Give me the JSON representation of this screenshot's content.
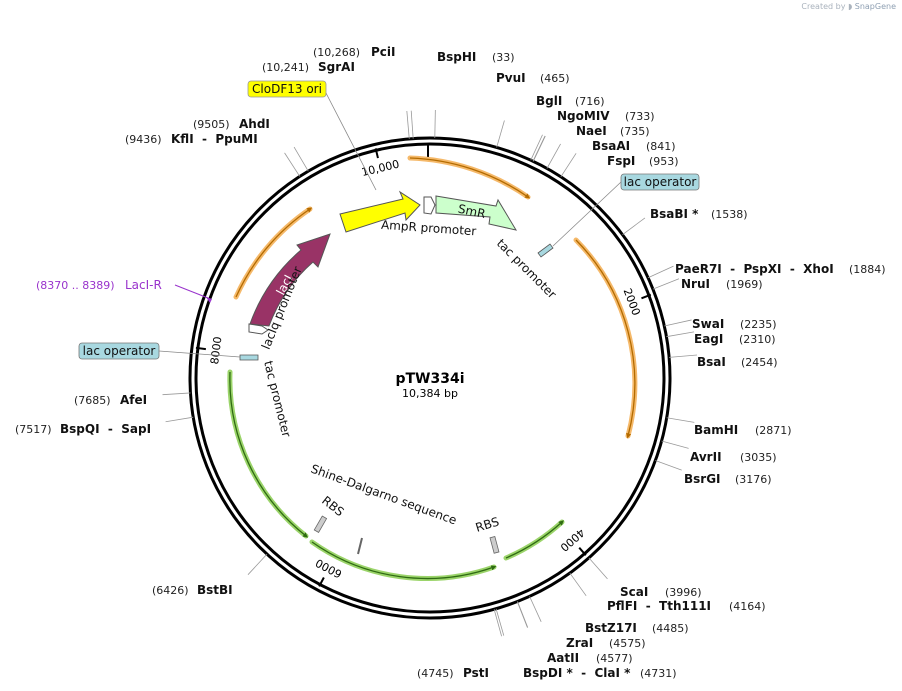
{
  "watermark": {
    "prefix": "Created by",
    "brand": "SnapGene"
  },
  "plasmid": {
    "name": "pTW334i",
    "length_label": "10,384 bp",
    "length": 10384
  },
  "colors": {
    "ori": "#ffff00",
    "lacI": "#993366",
    "smr": "#ccffcc",
    "ampr_promoter": "#ffffff",
    "operator_box": "#a8d8e0",
    "orf_orange": "#f5b96a",
    "orf_green": "#9bd46a",
    "primer": "#9933cc",
    "backbone": "#000000"
  },
  "ticks": [
    {
      "pos": 2000,
      "label": "2000"
    },
    {
      "pos": 4000,
      "label": "4000"
    },
    {
      "pos": 6000,
      "label": "6000"
    },
    {
      "pos": 8000,
      "label": "8000"
    },
    {
      "pos": 10000,
      "label": "10,000"
    }
  ],
  "sites": [
    {
      "id": "pcii",
      "name": "PciI",
      "pos": 10268,
      "posText": "(10,268)",
      "side": "L"
    },
    {
      "id": "sgrai",
      "name": "SgrAI",
      "pos": 10241,
      "posText": "(10,241)",
      "side": "L"
    },
    {
      "id": "bsphi",
      "name": "BspHI",
      "pos": 33,
      "posText": "(33)",
      "side": "R"
    },
    {
      "id": "pvui",
      "name": "PvuI",
      "pos": 465,
      "posText": "(465)",
      "side": "R"
    },
    {
      "id": "bgli",
      "name": "BglI",
      "pos": 716,
      "posText": "(716)",
      "side": "R"
    },
    {
      "id": "ngomiv",
      "name": "NgoMIV",
      "pos": 733,
      "posText": "(733)",
      "side": "R"
    },
    {
      "id": "naei",
      "name": "NaeI",
      "pos": 735,
      "posText": "(735)",
      "side": "R"
    },
    {
      "id": "bsaai",
      "name": "BsaAI",
      "pos": 841,
      "posText": "(841)",
      "side": "R"
    },
    {
      "id": "fspi",
      "name": "FspI",
      "pos": 953,
      "posText": "(953)",
      "side": "R"
    },
    {
      "id": "bsabi",
      "name": "BsaBI *",
      "pos": 1538,
      "posText": "(1538)",
      "side": "R"
    },
    {
      "id": "paer7i",
      "name": "PaeR7I  -  PspXI  -  XhoI",
      "pos": 1884,
      "posText": "(1884)",
      "side": "R"
    },
    {
      "id": "nrui",
      "name": "NruI",
      "pos": 1969,
      "posText": "(1969)",
      "side": "R"
    },
    {
      "id": "swai",
      "name": "SwaI",
      "pos": 2235,
      "posText": "(2235)",
      "side": "R"
    },
    {
      "id": "eagi",
      "name": "EagI",
      "pos": 2310,
      "posText": "(2310)",
      "side": "R"
    },
    {
      "id": "bsai",
      "name": "BsaI",
      "pos": 2454,
      "posText": "(2454)",
      "side": "R"
    },
    {
      "id": "bamhi",
      "name": "BamHI",
      "pos": 2871,
      "posText": "(2871)",
      "side": "R"
    },
    {
      "id": "avrii",
      "name": "AvrII",
      "pos": 3035,
      "posText": "(3035)",
      "side": "R"
    },
    {
      "id": "bsrgi",
      "name": "BsrGI",
      "pos": 3176,
      "posText": "(3176)",
      "side": "R"
    },
    {
      "id": "scai",
      "name": "ScaI",
      "pos": 3996,
      "posText": "(3996)",
      "side": "R"
    },
    {
      "id": "pflfi",
      "name": "PflFI  -  Tth111I",
      "pos": 4164,
      "posText": "(4164)",
      "side": "R"
    },
    {
      "id": "bstz17i",
      "name": "BstZ17I",
      "pos": 4485,
      "posText": "(4485)",
      "side": "R"
    },
    {
      "id": "zrai",
      "name": "ZraI",
      "pos": 4575,
      "posText": "(4575)",
      "side": "R"
    },
    {
      "id": "aatii",
      "name": "AatII",
      "pos": 4577,
      "posText": "(4577)",
      "side": "R"
    },
    {
      "id": "bspdi",
      "name": "BspDI *  -  ClaI *",
      "pos": 4731,
      "posText": "(4731)",
      "side": "R"
    },
    {
      "id": "psti",
      "name": "PstI",
      "pos": 4745,
      "posText": "(4745)",
      "side": "L"
    },
    {
      "id": "bstbi",
      "name": "BstBI",
      "pos": 6426,
      "posText": "(6426)",
      "side": "L"
    },
    {
      "id": "bspqi",
      "name": "BspQI  -  SapI",
      "pos": 7517,
      "posText": "(7517)",
      "side": "L"
    },
    {
      "id": "afei",
      "name": "AfeI",
      "pos": 7685,
      "posText": "(7685)",
      "side": "L"
    },
    {
      "id": "kfli",
      "name": "KflI  -  PpuMI",
      "pos": 9436,
      "posText": "(9436)",
      "side": "L"
    },
    {
      "id": "ahdi",
      "name": "AhdI",
      "pos": 9505,
      "posText": "(9505)",
      "side": "L"
    }
  ],
  "features": {
    "clodf13_ori": "CloDF13 ori",
    "lac_operator_right": "lac operator",
    "lac_operator_left": "lac operator",
    "laci_r_primer": {
      "range": "(8370 .. 8389)",
      "name": "LacI-R"
    },
    "smr": "SmR",
    "lacI": "lacI",
    "ampr_promoter": "AmpR promoter",
    "tac_promoter_right": "tac promoter",
    "tac_promoter_left": "tac promoter",
    "laciq_promoter": "lacIq promoter",
    "shine_dalgarno": "Shine-Dalgarno sequence",
    "rbs_left": "RBS",
    "rbs_right": "RBS"
  }
}
